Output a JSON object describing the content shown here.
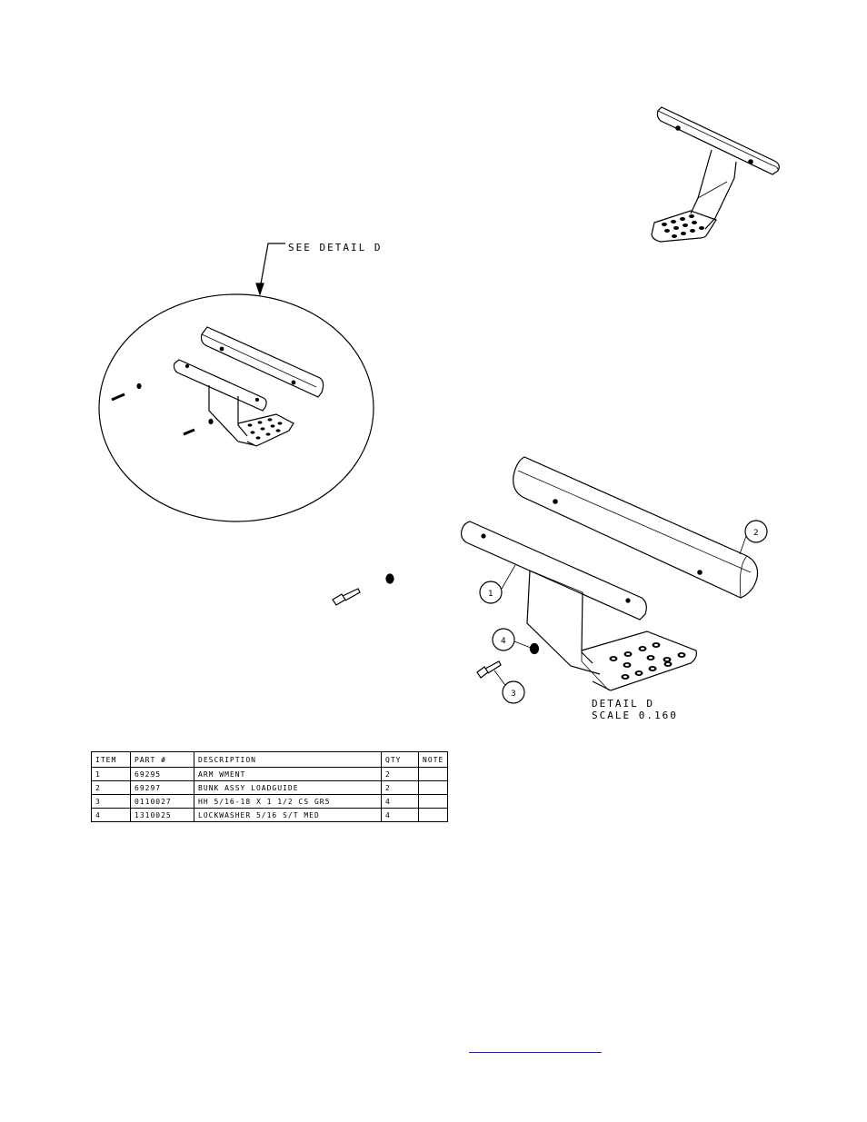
{
  "callout": "SEE DETAIL  D",
  "detail": {
    "title": "DETAIL  D",
    "scale": "SCALE  0.160"
  },
  "balloons": [
    "1",
    "2",
    "3",
    "4"
  ],
  "bom": {
    "headers": [
      "ITEM",
      "PART #",
      "DESCRIPTION",
      "QTY",
      "NOTE"
    ],
    "rows": [
      [
        "1",
        "69295",
        "ARM WMENT",
        "2",
        ""
      ],
      [
        "2",
        "69297",
        "BUNK ASSY   LOADGUIDE",
        "2",
        ""
      ],
      [
        "3",
        "0110027",
        "HH 5/16-18 X 1 1/2 CS GR5",
        "4",
        ""
      ],
      [
        "4",
        "1310025",
        "LOCKWASHER 5/16 S/T MED",
        "4",
        ""
      ]
    ]
  },
  "link_color": "#1a1aff"
}
